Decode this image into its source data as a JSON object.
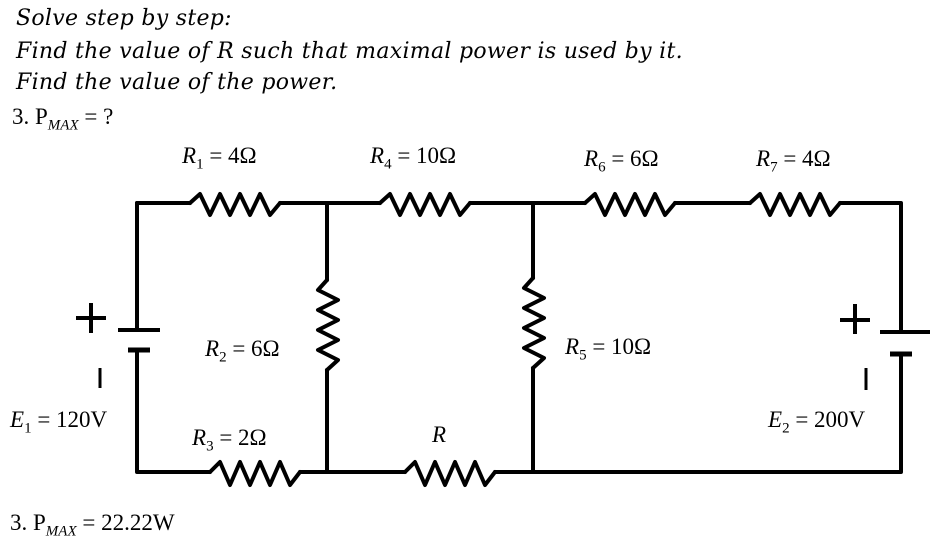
{
  "problem": {
    "line1": "Solve step by step:",
    "line2": "Find the value of R such that maximal power is used by it.",
    "line3": "Find the value of the power.",
    "question_prefix": "3. P",
    "question_sub": "MAX",
    "question_suffix": " = ?"
  },
  "components": {
    "R1": {
      "sym": "R",
      "sub": "1",
      "value": " = 4Ω"
    },
    "R2": {
      "sym": "R",
      "sub": "2",
      "value": " = 6Ω"
    },
    "R3": {
      "sym": "R",
      "sub": "3",
      "value": " = 2Ω"
    },
    "R4": {
      "sym": "R",
      "sub": "4",
      "value": " = 10Ω"
    },
    "R5": {
      "sym": "R",
      "sub": "5",
      "value": " = 10Ω"
    },
    "R6": {
      "sym": "R",
      "sub": "6",
      "value": " = 6Ω"
    },
    "R7": {
      "sym": "R",
      "sub": "7",
      "value": " = 4Ω"
    },
    "R": {
      "sym": "R"
    },
    "E1": {
      "sym": "E",
      "sub": "1",
      "value": " = 120V"
    },
    "E2": {
      "sym": "E",
      "sub": "2",
      "value": " = 200V"
    }
  },
  "polarity": {
    "plus": "+",
    "minus": "|"
  },
  "answer": {
    "prefix": "3. P",
    "sub": "MAX",
    "value": " =  22.22W"
  }
}
